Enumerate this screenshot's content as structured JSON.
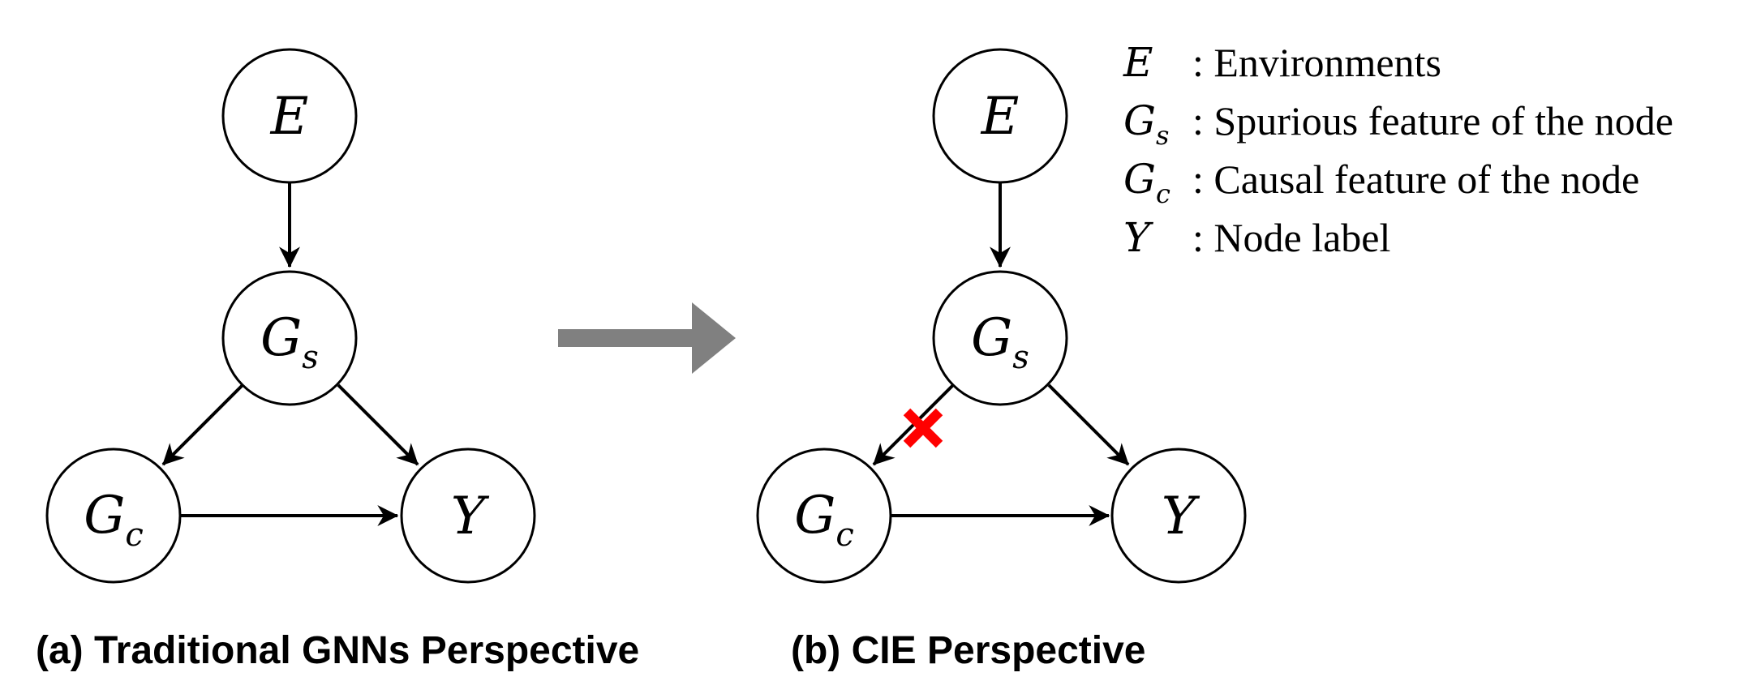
{
  "panel_a": {
    "caption": "(a) Traditional GNNs Perspective",
    "nodes": {
      "e": {
        "main": "E",
        "sub": ""
      },
      "gs": {
        "main": "G",
        "sub": "s"
      },
      "gc": {
        "main": "G",
        "sub": "c"
      },
      "y": {
        "main": "Y",
        "sub": ""
      }
    }
  },
  "panel_b": {
    "caption": "(b) CIE Perspective",
    "nodes": {
      "e": {
        "main": "E",
        "sub": ""
      },
      "gs": {
        "main": "G",
        "sub": "s"
      },
      "gc": {
        "main": "G",
        "sub": "c"
      },
      "y": {
        "main": "Y",
        "sub": ""
      }
    },
    "removed_edge_marker_color": "#ff0000"
  },
  "legend": [
    {
      "symbol": "E",
      "sub": "",
      "text": ": Environments"
    },
    {
      "symbol": "G",
      "sub": "s",
      "text": ": Spurious feature of the node"
    },
    {
      "symbol": "G",
      "sub": "c",
      "text": ": Causal feature of the node"
    },
    {
      "symbol": "Y",
      "sub": "",
      "text": ": Node label"
    }
  ],
  "colors": {
    "transition_arrow": "#808080",
    "stroke": "#000000"
  }
}
